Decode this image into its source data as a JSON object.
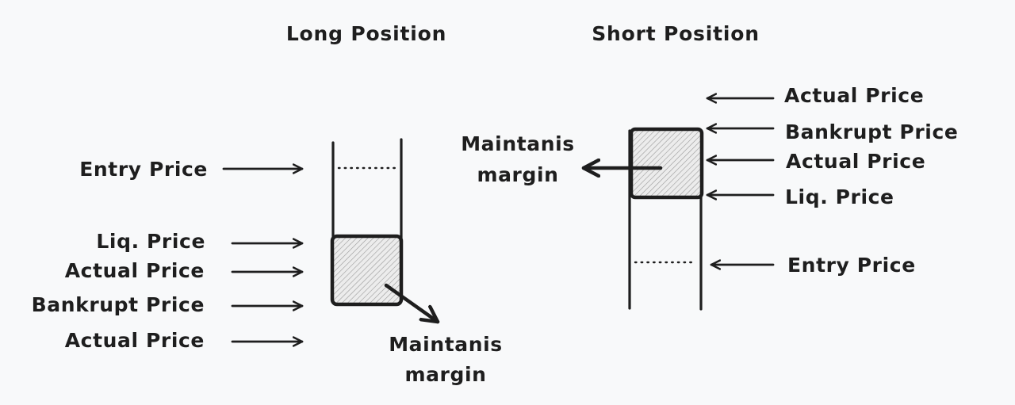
{
  "long": {
    "title": "Long Position",
    "labels": {
      "entry": "Entry Price",
      "liq": "Liq. Price",
      "actual_1": "Actual Price",
      "bankrupt": "Bankrupt Price",
      "actual_2": "Actual Price"
    },
    "margin_label": [
      "Maintanis",
      "margin"
    ]
  },
  "short": {
    "title": "Short Position",
    "labels": {
      "actual_1": "Actual Price",
      "bankrupt": "Bankrupt Price",
      "actual_2": "Actual Price",
      "liq": "Liq. Price",
      "entry": "Entry Price"
    },
    "margin_label": [
      "Maintanis",
      "margin"
    ]
  },
  "colors": {
    "ink": "#1e1e1e",
    "background": "#f8f9fa",
    "hatch_fill": "#ececec"
  }
}
